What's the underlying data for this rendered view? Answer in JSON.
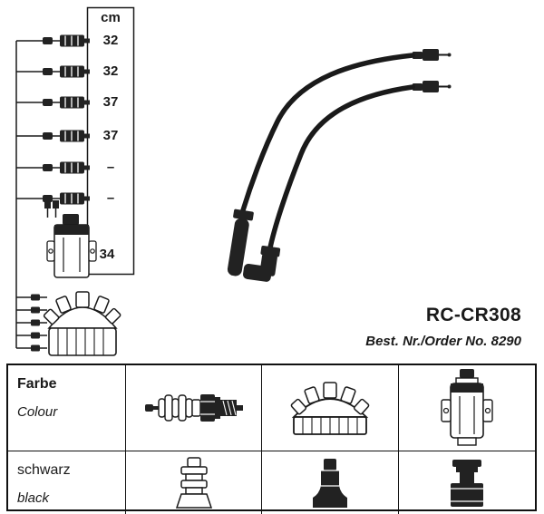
{
  "page": {
    "background": "#ffffff",
    "ink": "#1a1a1a"
  },
  "diagram": {
    "unit_header": "cm",
    "measurements": [
      "32",
      "32",
      "37",
      "37",
      "–",
      "–"
    ],
    "coil_length": "34",
    "icons": [
      "cable-lead-icon",
      "ignition-coil-icon",
      "distributor-cap-icon",
      "ignition-cable-icon"
    ]
  },
  "product": {
    "code": "RC-CR308",
    "order_label": "Best. Nr./Order No. 8290"
  },
  "spec_table": {
    "rows": [
      {
        "label_primary": "Farbe",
        "label_secondary": "Colour"
      },
      {
        "label_primary": "schwarz",
        "label_secondary": "black"
      }
    ],
    "row1_icons": [
      "spark-plug-icon",
      "distributor-cap-icon",
      "ignition-coil-icon"
    ],
    "row2_icons": [
      "boot-straight-icon",
      "boot-bell-icon",
      "boot-block-icon"
    ]
  }
}
